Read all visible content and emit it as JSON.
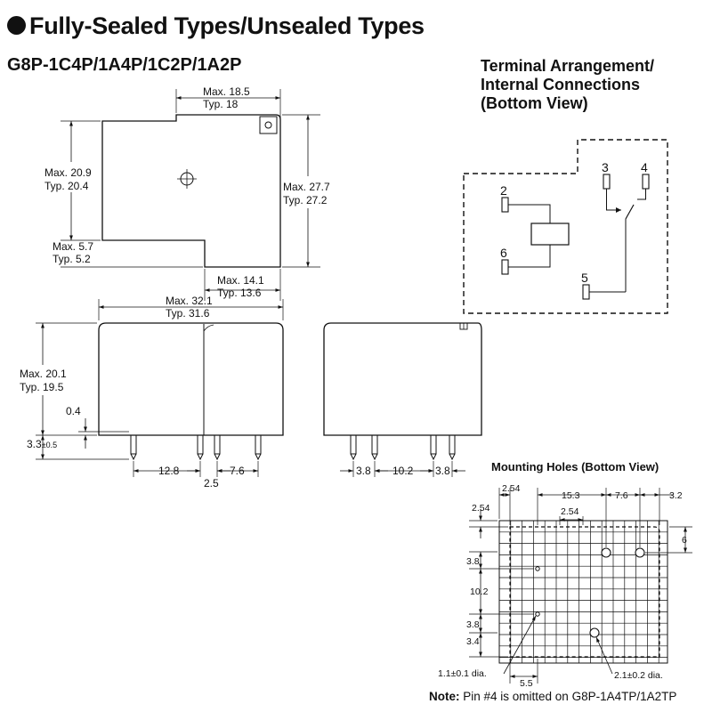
{
  "heading": {
    "title": "Fully-Sealed Types/Unsealed Types"
  },
  "model": "G8P-1C4P/1A4P/1C2P/1A2P",
  "terminal": {
    "title_lines": [
      "Terminal Arrangement/",
      "Internal Connections",
      "(Bottom View)"
    ],
    "pins": [
      "2",
      "6",
      "3",
      "4",
      "5"
    ]
  },
  "top_view": {
    "width_max": "Max. 18.5",
    "width_typ": "Typ. 18",
    "left_h_max": "Max. 20.9",
    "left_h_typ": "Typ. 20.4",
    "right_h_max": "Max. 27.7",
    "right_h_typ": "Typ. 27.2",
    "step_max": "Max. 5.7",
    "step_typ": "Typ. 5.2",
    "tab_max": "Max. 14.1",
    "tab_typ": "Typ. 13.6"
  },
  "side_view": {
    "length_max": "Max. 32.1",
    "length_typ": "Typ. 31.6",
    "height_max": "Max. 20.1",
    "height_typ": "Typ. 19.5",
    "standoff": "0.4",
    "pin_len": "3.3",
    "pin_tol": "±0.5",
    "d1": "12.8",
    "d2": "7.6",
    "d3": "2.5"
  },
  "end_view": {
    "d1": "3.8",
    "d2": "10.2",
    "d3": "3.8"
  },
  "mounting": {
    "title": "Mounting Holes (Bottom View)",
    "top_2_54": "2.54",
    "top_15_3": "15.3",
    "top_7_6": "7.6",
    "top_3_2": "3.2",
    "left_2_54": "2.54",
    "mid_2_54": "2.54",
    "right_6": "6",
    "v_3_8a": "3.8",
    "v_10_2": "10.2",
    "v_3_8b": "3.8",
    "v_3_4": "3.4",
    "hole_small": "1.1±0.1 dia.",
    "hole_large": "2.1±0.2 dia.",
    "bottom_5_5": "5.5"
  },
  "note": {
    "label": "Note:",
    "text": " Pin #4 is omitted on G8P-1A4TP/1A2TP"
  }
}
